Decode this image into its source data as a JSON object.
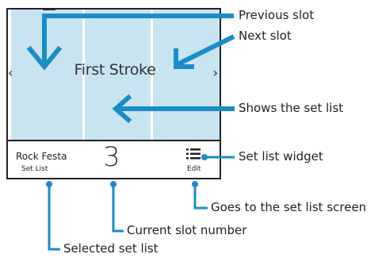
{
  "screen": {
    "slot_name": "First Stroke",
    "setlist_name": "Rock Festa",
    "setlist_label": "Set List",
    "slot_number": "3",
    "edit_label": "Edit",
    "nav_left": "‹",
    "nav_right": "›"
  },
  "callouts": {
    "previous_slot": "Previous slot",
    "next_slot": "Next slot",
    "shows_set_list": "Shows the set list",
    "set_list_widget": "Set list widget",
    "goes_to_set_list_screen": "Goes to the set list screen",
    "current_slot_number": "Current slot number",
    "selected_set_list": "Selected set list"
  },
  "colors": {
    "callout_blue": "#1a8dc8",
    "slot_fill": "#c9e4f1"
  }
}
